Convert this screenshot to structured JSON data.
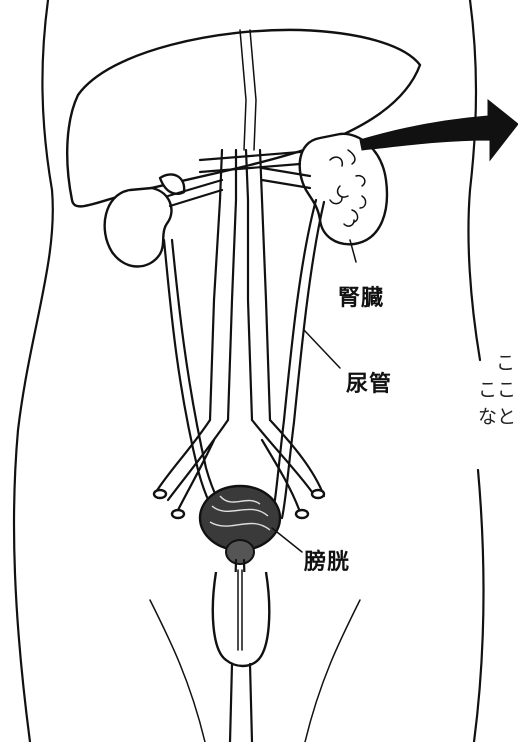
{
  "labels": {
    "kidney": "腎臓",
    "ureter": "尿管",
    "bladder": "膀胱"
  },
  "side_text": {
    "line1": "こ",
    "line2": "ここ",
    "line3": "なと"
  },
  "colors": {
    "line": "#111111",
    "background": "#ffffff"
  }
}
